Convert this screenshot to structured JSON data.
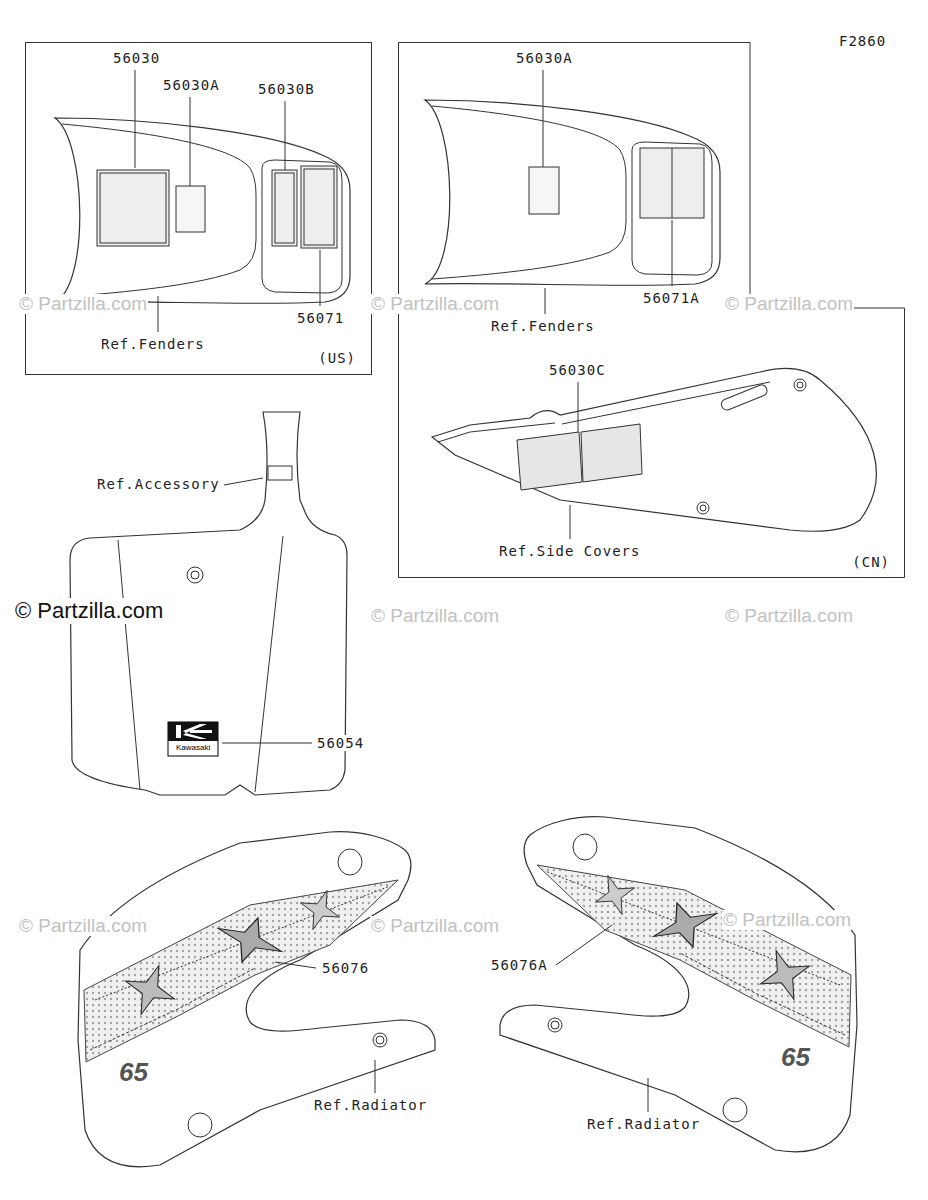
{
  "diagram": {
    "nodes": [
      {
        "text": [
          "(US)"
        ]
      },
      {
        "text": [
          "(CN)"
        ]
      }
    ],
    "labels": [
      "F2860",
      "56030",
      "56030A",
      "56030B",
      "56071",
      "Ref.Fenders",
      "56030A",
      "56071A",
      "Ref.Fenders",
      "56030C",
      "Ref.Side Covers",
      "Ref.Accessory",
      "56054",
      "Kawasaki",
      "56076",
      "Ref.Radiator",
      "56076A",
      "Ref.Radiator",
      "65",
      "65",
      "© Partzilla.com",
      "© Partzilla.com",
      "© Partzilla.com",
      "© Partzilla.com",
      "© Partzilla.com",
      "© Partzilla.com",
      "© Partzilla.com",
      "© Partzilla.com",
      "© Partzilla.com"
    ]
  }
}
